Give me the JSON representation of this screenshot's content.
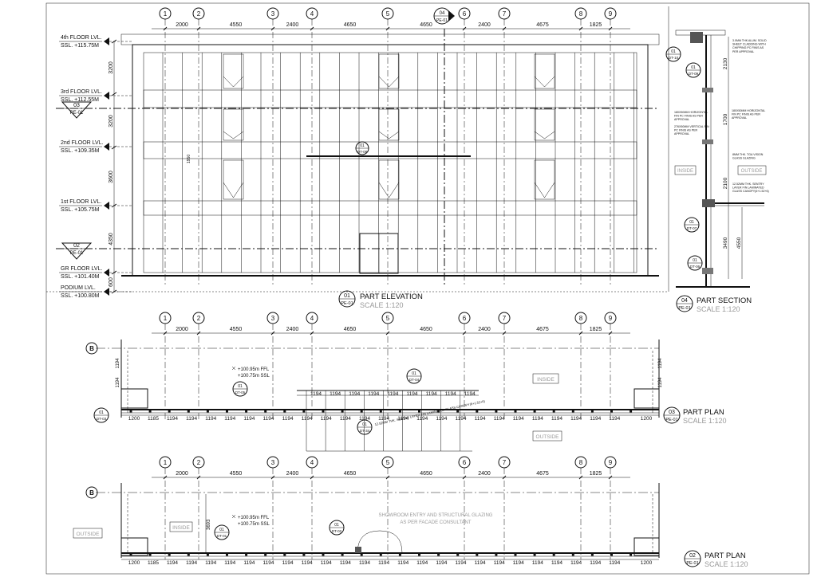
{
  "grid": {
    "labels": [
      "1",
      "2",
      "3",
      "4",
      "5",
      "6",
      "7",
      "8",
      "9"
    ],
    "spacings": [
      "2000",
      "4550",
      "2400",
      "4650",
      "4650",
      "2400",
      "4675",
      "1825"
    ]
  },
  "grid_row_label": "B",
  "elevation": {
    "levels": [
      {
        "name": "4th FLOOR LVL.",
        "ssl": "SSL. +115.75M"
      },
      {
        "name": "3rd FLOOR LVL.",
        "ssl": "SSL. +112.55M"
      },
      {
        "name": "2nd FLOOR LVL.",
        "ssl": "SSL. +109.35M"
      },
      {
        "name": "1st FLOOR LVL.",
        "ssl": "SSL. +105.75M"
      },
      {
        "name": "GR FLOOR LVL.",
        "ssl": "SSL. +101.40M"
      },
      {
        "name": "PODIUM LVL.",
        "ssl": "SSL. +100.80M"
      }
    ],
    "heights": [
      "3200",
      "3200",
      "3600",
      "4350",
      "600"
    ],
    "panel_dim": "1950",
    "section_marks": [
      {
        "num": "03",
        "ref": "PE-01"
      },
      {
        "num": "02",
        "ref": "PE-01"
      }
    ],
    "top_marker": {
      "num": "04",
      "ref": "PE-01"
    },
    "detail": {
      "num": "01",
      "ref": "DT-08"
    }
  },
  "titles": {
    "elevation": {
      "num": "01",
      "ref": "PE-01",
      "title": "PART ELEVATION",
      "scale": "SCALE 1:120"
    },
    "section": {
      "num": "04",
      "ref": "PE-01",
      "title": "PART SECTION",
      "scale": "SCALE 1:120"
    },
    "plan1": {
      "num": "03",
      "ref": "PE-01",
      "title": "PART PLAN",
      "scale": "SCALE 1:120"
    },
    "plan2": {
      "num": "02",
      "ref": "PE-01",
      "title": "PART PLAN",
      "scale": "SCALE 1:120"
    }
  },
  "section": {
    "labels": {
      "inside": "INSIDE",
      "outside": "OUTSIDE"
    },
    "dims": [
      "2130",
      "1700",
      "2100",
      "3490",
      "4550"
    ],
    "details": [
      {
        "num": "01",
        "ref": "DT-10"
      },
      {
        "num": "01",
        "ref": "DT-09"
      },
      {
        "num": "01",
        "ref": "DT-07"
      },
      {
        "num": "01",
        "ref": "DT-06"
      }
    ],
    "notes": [
      "3.0MM THK ALUM. SOLID SHEET CLADDING WITH CHIPPING PC FINIS AS PER APPROVAL",
      "180X50MM HORIZONTAL FIN PC FINIS AS PER APPROVAL",
      "180X50MM HORIZONTAL FIN PC FINIS AS PER APPROVAL",
      "276X50MM VERTICAL FIN PC FINIS AS PER APPROVAL",
      "8MM THK. TGA VISION GLASS GLAZING",
      "12.52MM THK. SENTRY LAYER FIN LAMINATED GLASS CANOPY(6+1.52+6)"
    ]
  },
  "plan1": {
    "labels": {
      "inside": "INSIDE",
      "outside": "OUTSIDE"
    },
    "levels": [
      "+100.95m FFL",
      "+100.75m SSL"
    ],
    "module": "1194",
    "end_dims": [
      "1200",
      "1185"
    ],
    "details": [
      {
        "num": "01",
        "ref": "DT-03"
      },
      {
        "num": "01",
        "ref": "DT-05"
      },
      {
        "num": "01",
        "ref": "DT-04"
      },
      {
        "num": "01",
        "ref": "DT-34"
      }
    ],
    "canopy_note": "12.52MM THK. SENTRY LAYER FIN LAMINATED GLASS CANOPY(6+1.52+6)"
  },
  "plan2": {
    "labels": {
      "inside": "INSIDE",
      "outside": "OUTSIDE"
    },
    "levels": [
      "+100.95m FFL",
      "+100.75m SSL"
    ],
    "entry_note": [
      "SHOWROOM ENTRY AND STRUCTURAL GLAZING",
      "AS PER FACADE CONSULTANT"
    ],
    "depth_dim": "3693",
    "details": [
      {
        "num": "01",
        "ref": "DT-01"
      },
      {
        "num": "01",
        "ref": "DT-02"
      }
    ]
  }
}
